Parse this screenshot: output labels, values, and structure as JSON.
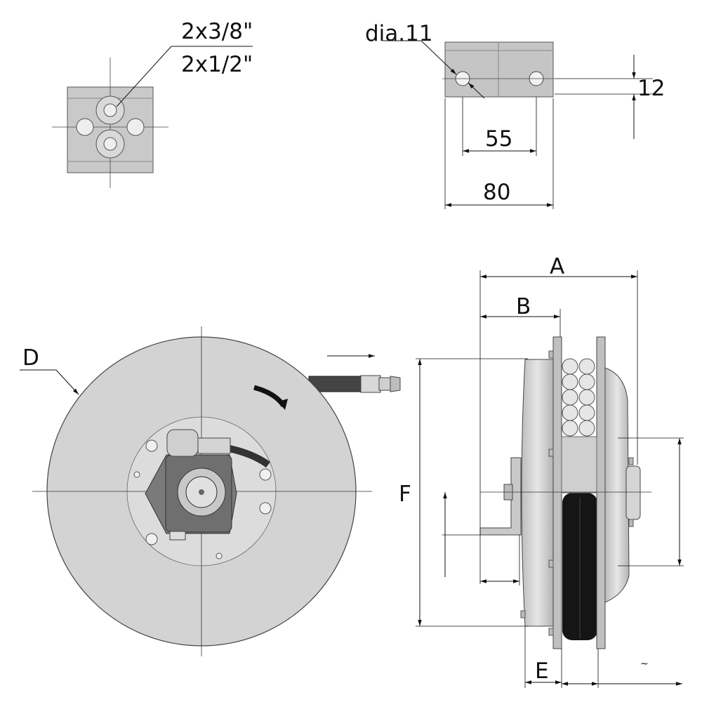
{
  "labels": {
    "thread_top": "2x3/8\"",
    "thread_bottom": "2x1/2\"",
    "hole": "dia.11",
    "dim_12": "12",
    "dim_55": "55",
    "dim_80": "80",
    "A": "A",
    "B": "B",
    "D": "D",
    "F": "F",
    "E": "E",
    "tilde": "~"
  },
  "colors": {
    "metal": "#d2d2d2",
    "metal_dark": "#a8a8a8",
    "hose": "#1a1a1a",
    "line": "#222222"
  }
}
